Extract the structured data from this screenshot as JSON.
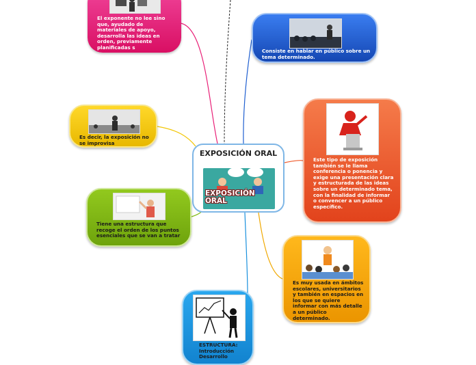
{
  "center": {
    "title": "EXPOSICIÓN ORAL",
    "image_text": "EXPOSICIÓN ORAL"
  },
  "nodes": {
    "top_left": {
      "text": "El exponente no lee sino que, ayudado de materiales de apoyo, desarrolla las ideas en orden, previamente planificadas  s",
      "color": "#e81e76"
    },
    "top_right": {
      "text": "Consiste en hablar en público sobre un tema determinado.",
      "color": "#1f5fd0"
    },
    "mid_left": {
      "text": "Es decir, la exposición no se improvisa",
      "color": "#f2c500"
    },
    "right": {
      "text": "Este tipo de exposición también se le llama conferencia o ponencia y exige una presentación clara y estructurada de las ideas sobre un determinado tema, con la finalidad de informar o convencer a un público específico.",
      "color": "#ef5a2a"
    },
    "left": {
      "text": "Tiene una estructura que recoge el orden de los puntos esenciales que se van a tratar",
      "color": "#7fba12"
    },
    "bottom_right": {
      "text": "Es muy usada en ámbitos escolares, universitarios y también en espacios en los que se quiere informar con más detalle a un público determinado.",
      "color": "#f0a800"
    },
    "bottom": {
      "text": "ESTRUCTURA: Introducción Desarrollo",
      "color": "#1990dd"
    }
  }
}
